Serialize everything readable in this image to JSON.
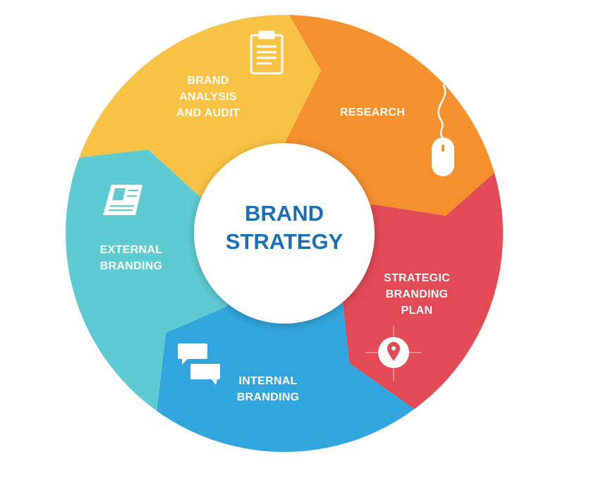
{
  "title": {
    "line1": "BRAND",
    "line2": "STRATEGY"
  },
  "colors": {
    "yellow": "#f8c244",
    "orange": "#f5902f",
    "red": "#e24a55",
    "blue": "#31a6de",
    "teal": "#5ecbd2",
    "title": "#1b6db4"
  },
  "segments": [
    {
      "lines": [
        "BRAND",
        "ANALYSIS",
        "AND AUDIT"
      ],
      "icon": "clipboard-icon"
    },
    {
      "lines": [
        "RESEARCH"
      ],
      "icon": "mouse-icon"
    },
    {
      "lines": [
        "STRATEGIC",
        "BRANDING",
        "PLAN"
      ],
      "icon": "map-pin-icon"
    },
    {
      "lines": [
        "INTERNAL",
        "BRANDING"
      ],
      "icon": "chat-bubbles-icon"
    },
    {
      "lines": [
        "EXTERNAL",
        "BRANDING"
      ],
      "icon": "brochure-icon"
    }
  ]
}
